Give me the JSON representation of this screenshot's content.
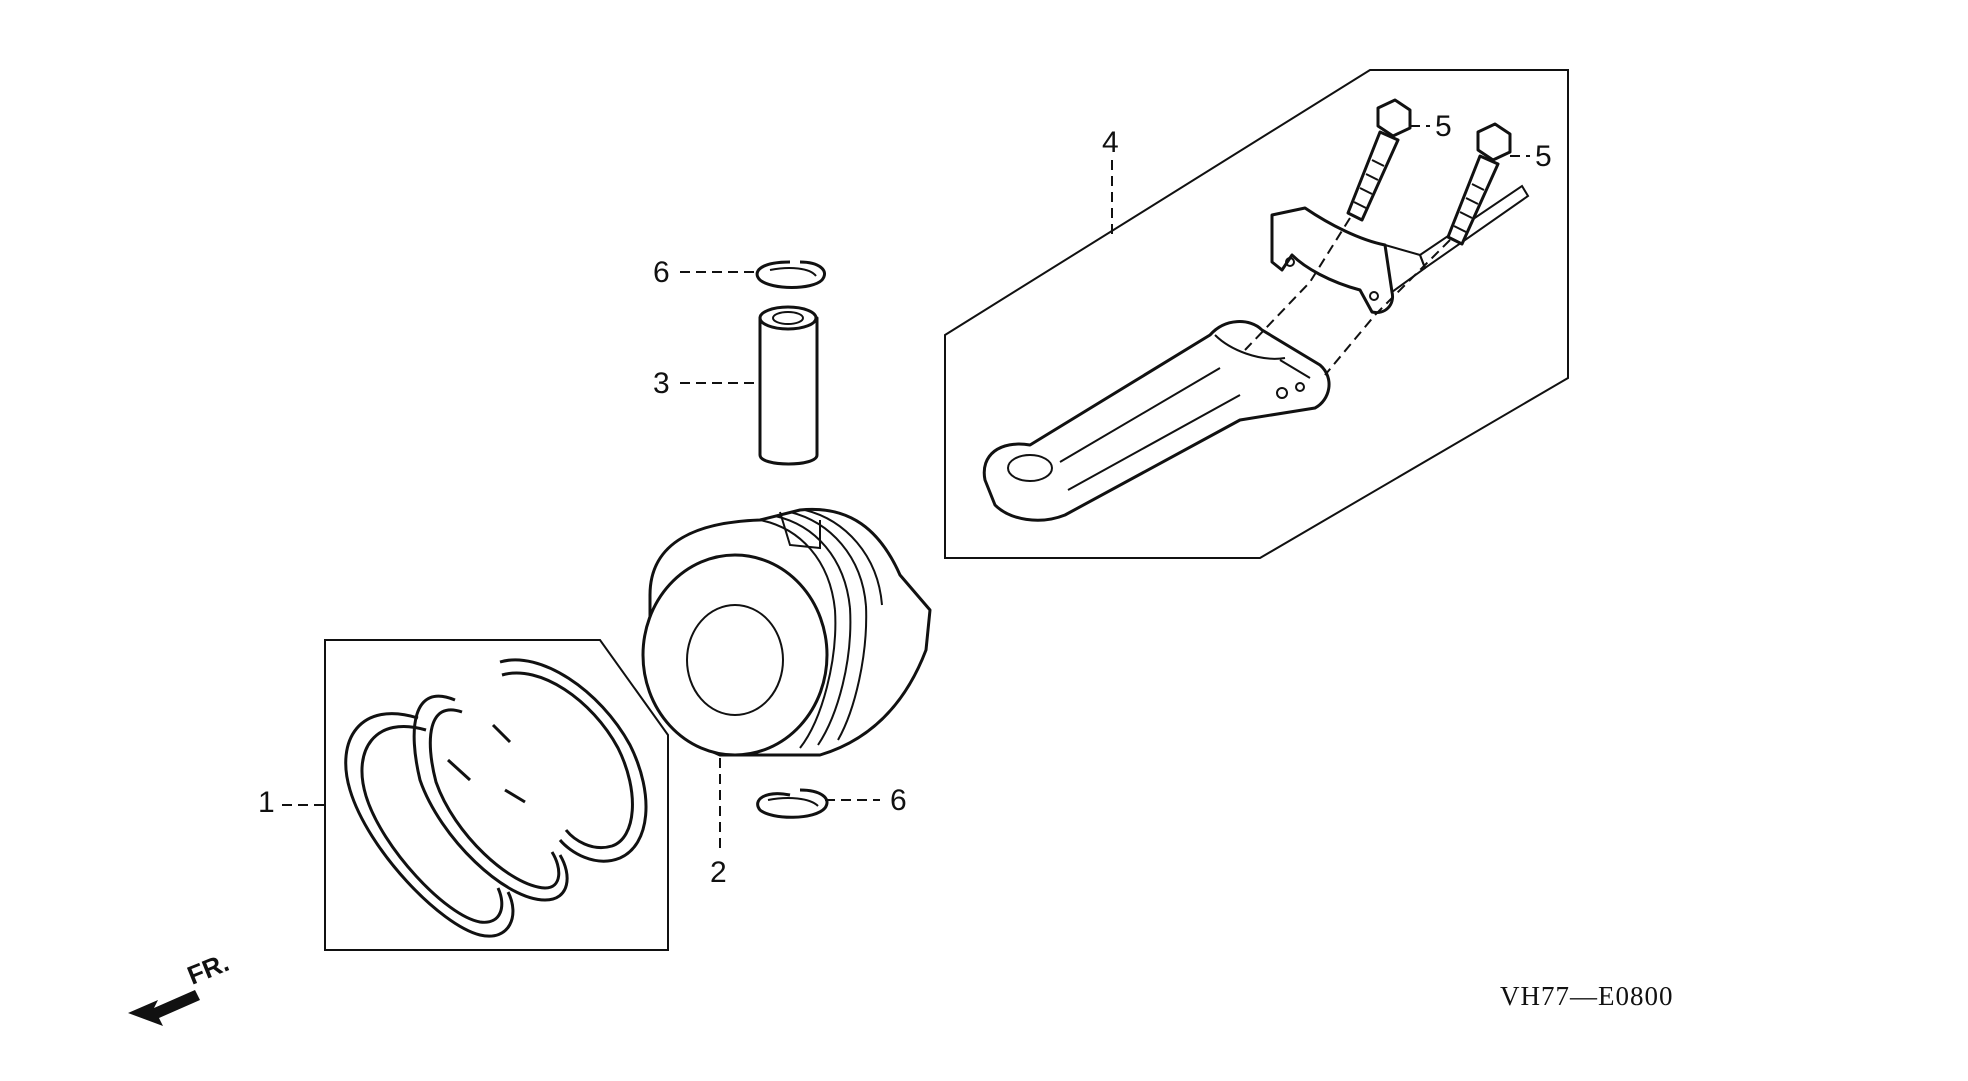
{
  "callouts": [
    {
      "id": "1",
      "label": "1"
    },
    {
      "id": "2",
      "label": "2"
    },
    {
      "id": "3",
      "label": "3"
    },
    {
      "id": "4",
      "label": "4"
    },
    {
      "id": "5a",
      "label": "5"
    },
    {
      "id": "5b",
      "label": "5"
    },
    {
      "id": "6a",
      "label": "6"
    },
    {
      "id": "6b",
      "label": "6"
    }
  ],
  "front_indicator": "FR.",
  "diagram_code": "VH77—E0800"
}
